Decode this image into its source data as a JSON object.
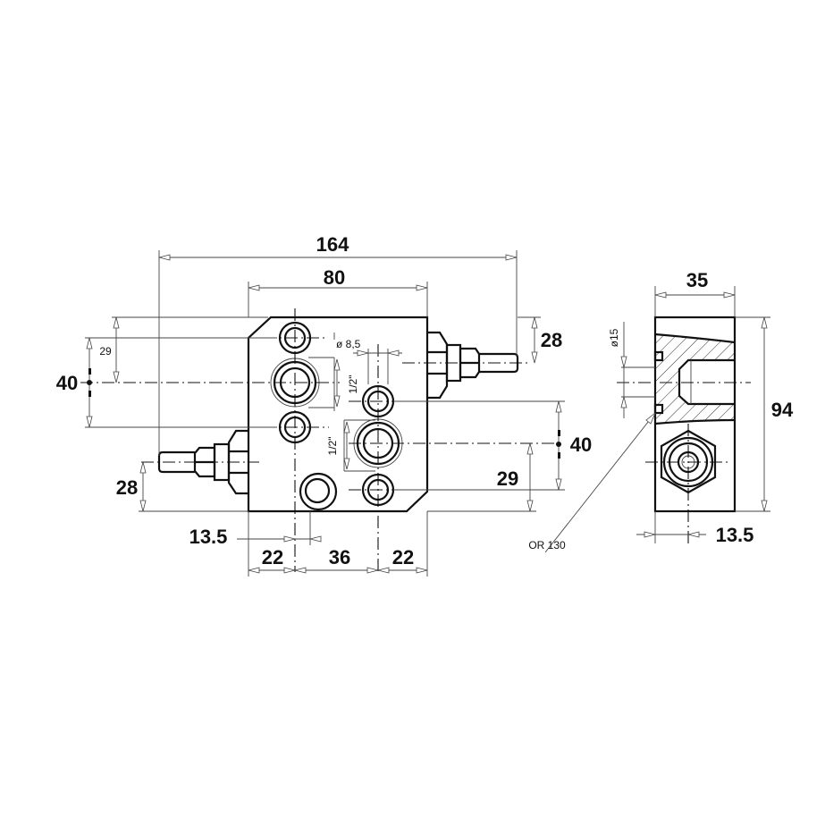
{
  "drawing": {
    "front_view": {
      "dim_overall_width": "164",
      "dim_body_width": "80",
      "dim_left_port_spacing": "40",
      "dim_left_port_offset": "29",
      "dim_left_valve_height": "28",
      "dim_right_valve_height": "28",
      "dim_right_port_spacing": "40",
      "dim_right_port_offset": "29",
      "dim_hole_offset": "13.5",
      "dim_bottom_left": "22",
      "dim_bottom_middle": "36",
      "dim_bottom_right": "22",
      "hole_diameter": "ø 8,5",
      "port_size_upper": "1/2\"",
      "port_size_lower": "1/2\""
    },
    "side_view": {
      "dim_width": "35",
      "dim_height": "94",
      "dim_bottom_offset": "13.5",
      "bore_diameter": "ø15",
      "seal_label": "OR 130"
    }
  }
}
